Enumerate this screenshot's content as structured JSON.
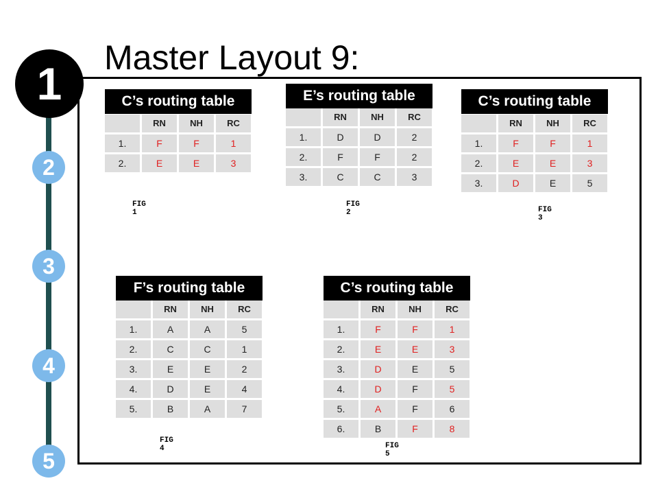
{
  "title": "Master Layout 9:",
  "steps": [
    "1",
    "2",
    "3",
    "4",
    "5"
  ],
  "columns": [
    "",
    "RN",
    "NH",
    "RC"
  ],
  "tables": [
    {
      "title": "C’s routing table",
      "fig": "FIG 1",
      "rows": [
        [
          "1.",
          "F",
          "F",
          "1"
        ],
        [
          "2.",
          "E",
          "E",
          "3"
        ]
      ],
      "red": [
        [
          0,
          1
        ],
        [
          0,
          2
        ],
        [
          0,
          3
        ],
        [
          1,
          1
        ],
        [
          1,
          2
        ],
        [
          1,
          3
        ]
      ]
    },
    {
      "title": "E’s routing table",
      "fig": "FIG 2",
      "rows": [
        [
          "1.",
          "D",
          "D",
          "2"
        ],
        [
          "2.",
          "F",
          "F",
          "2"
        ],
        [
          "3.",
          "C",
          "C",
          "3"
        ]
      ],
      "red": []
    },
    {
      "title": "C’s routing table",
      "fig": "FIG 3",
      "rows": [
        [
          "1.",
          "F",
          "F",
          "1"
        ],
        [
          "2.",
          "E",
          "E",
          "3"
        ],
        [
          "3.",
          "D",
          "E",
          "5"
        ]
      ],
      "red": [
        [
          0,
          1
        ],
        [
          0,
          2
        ],
        [
          0,
          3
        ],
        [
          1,
          1
        ],
        [
          1,
          2
        ],
        [
          1,
          3
        ],
        [
          2,
          1
        ]
      ]
    },
    {
      "title": "F’s routing table",
      "fig": "FIG 4",
      "rows": [
        [
          "1.",
          "A",
          "A",
          "5"
        ],
        [
          "2.",
          "C",
          "C",
          "1"
        ],
        [
          "3.",
          "E",
          "E",
          "2"
        ],
        [
          "4.",
          "D",
          "E",
          "4"
        ],
        [
          "5.",
          "B",
          "A",
          "7"
        ]
      ],
      "red": []
    },
    {
      "title": "C’s routing table",
      "fig": "FIG 5",
      "rows": [
        [
          "1.",
          "F",
          "F",
          "1"
        ],
        [
          "2.",
          "E",
          "E",
          "3"
        ],
        [
          "3.",
          "D",
          "E",
          "5"
        ],
        [
          "4.",
          "D",
          "F",
          "5"
        ],
        [
          "5.",
          "A",
          "F",
          "6"
        ],
        [
          "6.",
          "B",
          "F",
          "8"
        ]
      ],
      "red": [
        [
          0,
          1
        ],
        [
          0,
          2
        ],
        [
          0,
          3
        ],
        [
          1,
          1
        ],
        [
          1,
          2
        ],
        [
          1,
          3
        ],
        [
          2,
          1
        ],
        [
          3,
          1
        ],
        [
          3,
          3
        ],
        [
          4,
          1
        ],
        [
          5,
          2
        ],
        [
          5,
          3
        ]
      ]
    }
  ],
  "colors": {
    "highlight": "#e02020",
    "cell_bg": "#dedede",
    "step_accent": "#7db9ea",
    "timeline": "#1f4f4f"
  }
}
